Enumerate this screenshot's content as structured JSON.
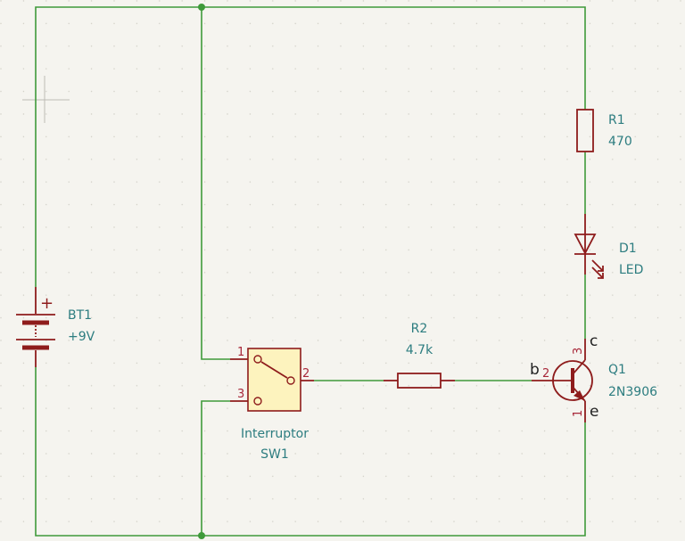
{
  "colors": {
    "background": "#f5f4ef",
    "wire": "#3f9a3a",
    "component": "#8e1c1c",
    "label": "#2d7d80",
    "pin": "#a8283a",
    "switch_fill": "#fdf3be"
  },
  "components": {
    "bt1": {
      "ref": "BT1",
      "value": "+9V",
      "plus": "+"
    },
    "sw1": {
      "value": "Interruptor",
      "ref": "SW1",
      "pins": [
        "1",
        "2",
        "3"
      ]
    },
    "r2": {
      "ref": "R2",
      "value": "4.7k"
    },
    "r1": {
      "ref": "R1",
      "value": "470"
    },
    "d1": {
      "ref": "D1",
      "value": "LED"
    },
    "q1": {
      "ref": "Q1",
      "value": "2N3906",
      "pins": {
        "b": "2",
        "c": "3",
        "e": "1"
      },
      "terminals": {
        "b": "b",
        "c": "c",
        "e": "e"
      }
    }
  }
}
